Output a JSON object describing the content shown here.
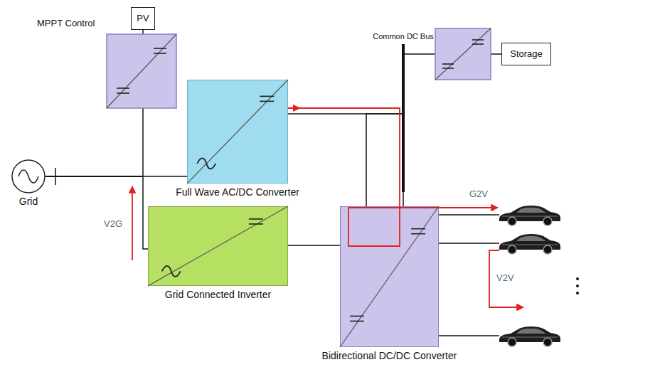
{
  "diagram": {
    "nodes": [
      {
        "text": [
          "PV"
        ]
      },
      {
        "text": [
          "Grid"
        ]
      },
      {
        "text": [
          "Full Wave AC/DC Converter"
        ]
      },
      {
        "text": [
          "Grid Connected Inverter"
        ]
      },
      {
        "text": [
          "Common DC Bus"
        ]
      },
      {
        "text": [
          "Storage"
        ]
      },
      {
        "text": [
          "Bidirectional DC/DC Converter"
        ]
      }
    ],
    "edges": [
      {
        "from": 0,
        "to": 1,
        "arrow": "none"
      },
      {
        "from": 1,
        "to": 2,
        "arrow": "none"
      },
      {
        "from": 3,
        "to": 1,
        "arrow": "none"
      },
      {
        "from": 2,
        "to": 4,
        "arrow": "none"
      },
      {
        "from": 3,
        "to": 4,
        "arrow": "none"
      },
      {
        "from": 4,
        "to": 5,
        "arrow": "none"
      },
      {
        "from": 4,
        "to": 6,
        "arrow": "none"
      }
    ],
    "labels": [
      "MPPT Control",
      "V2G",
      "G2V",
      "V2V"
    ]
  }
}
